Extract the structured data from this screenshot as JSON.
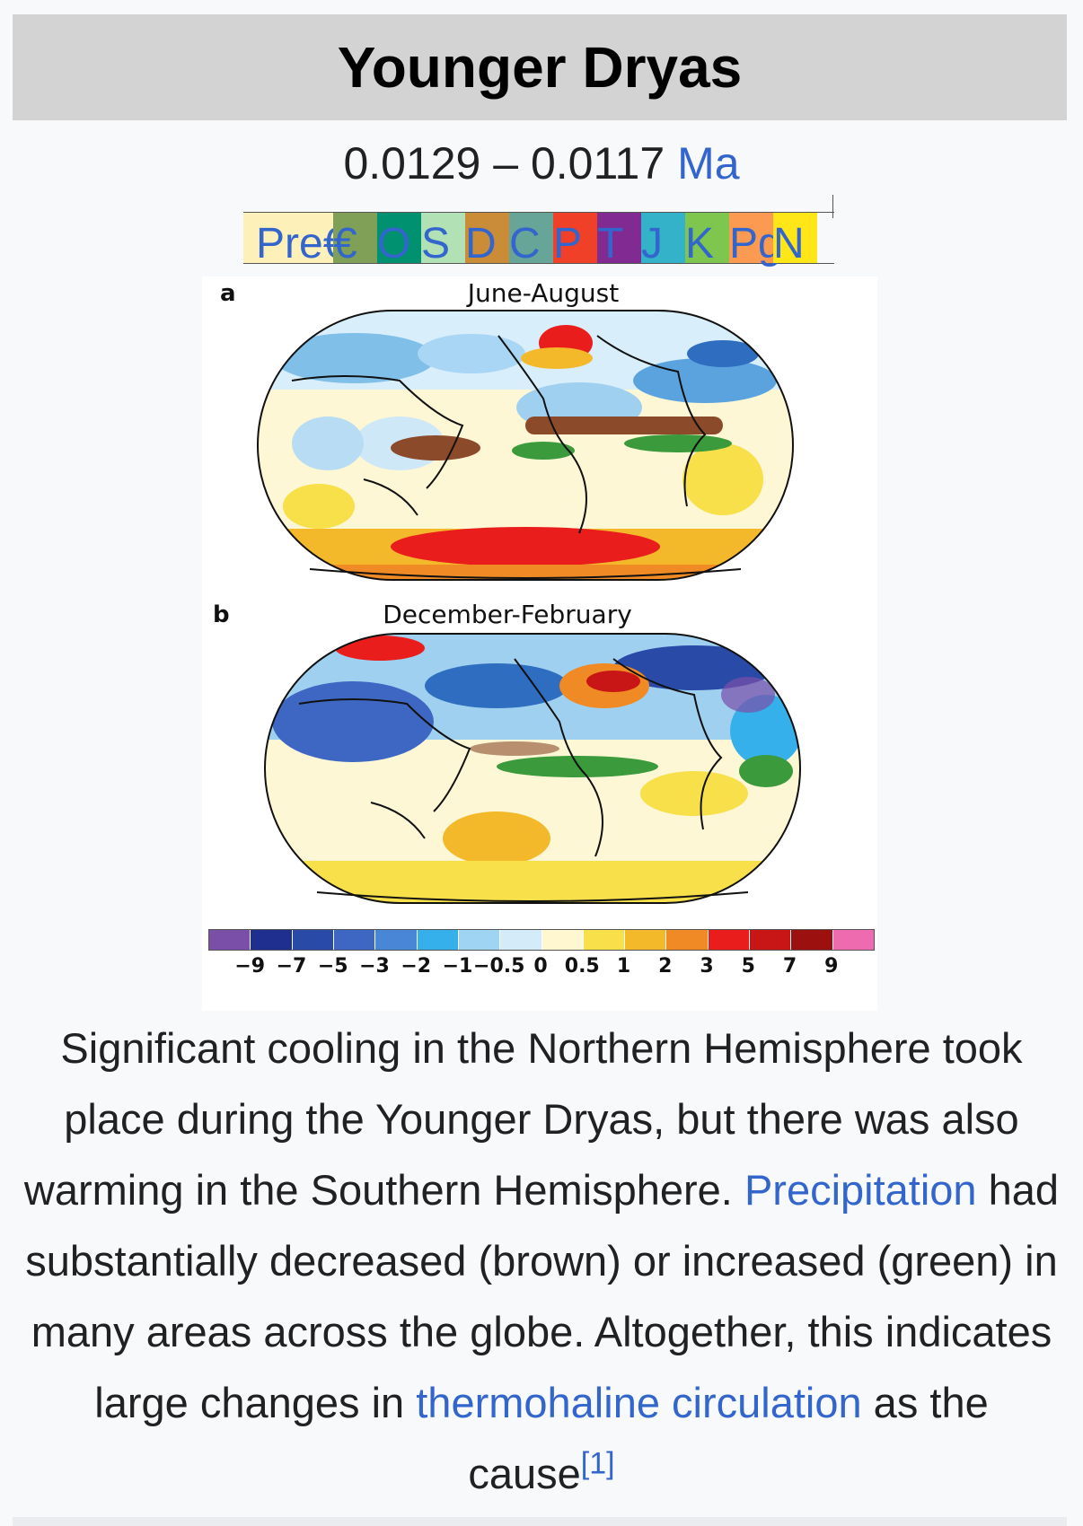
{
  "infobox": {
    "title": "Younger Dryas",
    "range_text": "0.0129 – 0.0117 ",
    "range_unit_link": "Ma"
  },
  "timeline": {
    "segments": [
      {
        "label": "Pre€",
        "color": "#fdf0b8"
      },
      {
        "label": "€",
        "color": "#7fa056"
      },
      {
        "label": "O",
        "color": "#009270"
      },
      {
        "label": "S",
        "color": "#b3e1b6"
      },
      {
        "label": "D",
        "color": "#cb8c37"
      },
      {
        "label": "C",
        "color": "#67a599"
      },
      {
        "label": "P",
        "color": "#f04028"
      },
      {
        "label": "T",
        "color": "#812b92"
      },
      {
        "label": "J",
        "color": "#34b2c9"
      },
      {
        "label": "K",
        "color": "#7fc64e"
      },
      {
        "label": "Pg",
        "color": "#fd9a52"
      },
      {
        "label": "N",
        "color": "#ffe619"
      }
    ]
  },
  "figure": {
    "panel_a_label": "a",
    "panel_a_title": "June-August",
    "panel_b_label": "b",
    "panel_b_title": "December-February",
    "colorbar_colors": [
      "#7a4fa8",
      "#1f2f8f",
      "#2a4aa8",
      "#3d67c2",
      "#4a86d6",
      "#36b0ea",
      "#9fd4f2",
      "#d4ecf9",
      "#fff7cf",
      "#f7e04a",
      "#f4b92b",
      "#f08a24",
      "#ea1d1d",
      "#c81515",
      "#9c1010",
      "#ee6bb0"
    ],
    "colorbar_ticks": [
      "−9",
      "−7",
      "−5",
      "−3",
      "−2",
      "−1",
      "−0.5",
      "0",
      "0.5",
      "1",
      "2",
      "3",
      "5",
      "7",
      "9"
    ]
  },
  "caption": {
    "text_1": "Significant cooling in the Northern Hemisphere took place during the Younger Dryas, but there was also warming in the Southern Hemisphere. ",
    "link_1": "Precipitation",
    "text_2": " had substantially decreased (brown) or increased (green) in many areas across the globe. Altogether, this indicates large changes in ",
    "link_2": "thermohaline circulation",
    "text_3": " as the cause",
    "ref": "[1]"
  }
}
